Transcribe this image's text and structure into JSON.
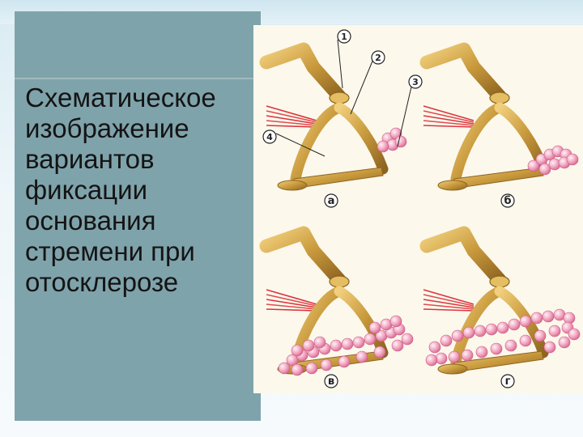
{
  "slide": {
    "title": "Схематическое\nизображение\nвариантов\nфиксации\nоснования\nстремени при\nотосклерозе"
  },
  "figure": {
    "callouts": [
      "1",
      "2",
      "3",
      "4"
    ],
    "panels": [
      {
        "label": "а"
      },
      {
        "label": "б"
      },
      {
        "label": "в"
      },
      {
        "label": "г"
      }
    ]
  }
}
